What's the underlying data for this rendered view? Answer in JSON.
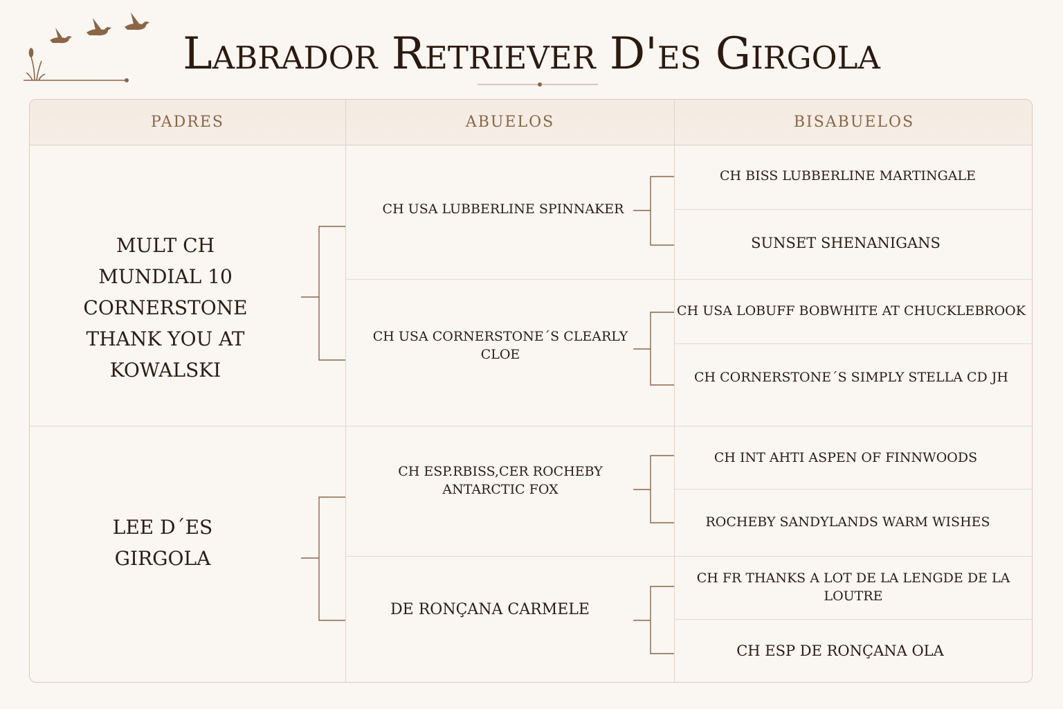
{
  "title": "Labrador Retriever D'es Girgola",
  "headers": {
    "parents": "PADRES",
    "grandparents": "ABUELOS",
    "great_grandparents": "BISABUELOS"
  },
  "parents": [
    "MULT CH MUNDIAL 10 CORNERSTONE THANK YOU AT KOWALSKI",
    "LEE D´ES GIRGOLA"
  ],
  "grandparents": [
    "CH USA LUBBERLINE SPINNAKER",
    "CH USA CORNERSTONE´S CLEARLY CLOE",
    "CH ESP.RBISS,CER ROCHEBY ANTARCTIC FOX",
    "DE RONÇANA CARMELE"
  ],
  "great_grandparents": [
    "CH BISS LUBBERLINE MARTINGALE",
    "SUNSET SHENANIGANS",
    "CH USA LOBUFF BOBWHITE AT CHUCKLEBROOK",
    "CH CORNERSTONE´S SIMPLY STELLA CD JH",
    "CH INT AHTI ASPEN OF FINNWOODS",
    "ROCHEBY SANDYLANDS WARM WISHES",
    "CH FR THANKS A LOT DE LA LENGDE DE LA LOUTRE",
    "CH ESP DE RONÇANA OLA"
  ],
  "icons": [
    "flying-ducks-icon",
    "reeds-icon",
    "title-divider-ornament"
  ],
  "colors": {
    "accent": "#8a6648",
    "background": "#faf6f2",
    "text": "#2b1d14"
  }
}
